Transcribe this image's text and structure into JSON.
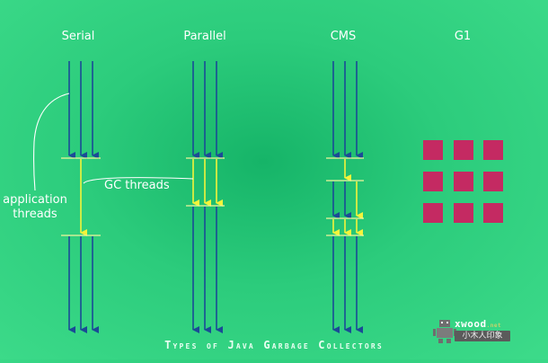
{
  "collectors": [
    {
      "name": "Serial"
    },
    {
      "name": "Parallel"
    },
    {
      "name": "CMS"
    },
    {
      "name": "G1"
    }
  ],
  "labels": {
    "application_threads_line1": "application",
    "application_threads_line2": "threads",
    "gc_threads": "GC threads"
  },
  "caption": "Types of Java Garbage Collectors",
  "watermark": {
    "main": "xwood",
    "suffix": ".net",
    "sub": "小木人印象"
  },
  "colors": {
    "app_thread": "#1a4b96",
    "gc_thread": "#f4f43a",
    "pause_line": "#f0f59a",
    "region": "#c42a62",
    "label": "#ffffff"
  }
}
